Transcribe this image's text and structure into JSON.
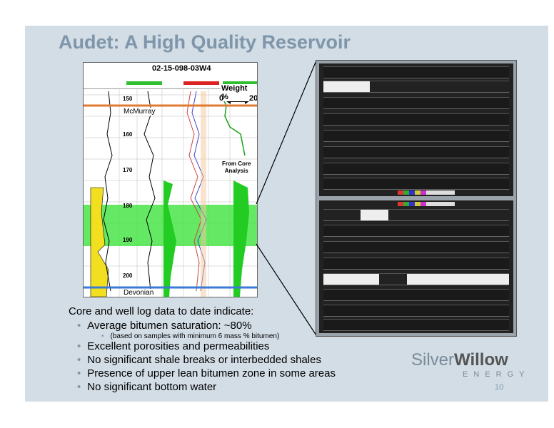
{
  "title": "Audet: A High Quality Reservoir",
  "well_log": {
    "well_id": "02-15-098-03W4",
    "weight_label": "Weight %",
    "scale_min": "0",
    "scale_max": "20",
    "depths": [
      "150",
      "160",
      "170",
      "180",
      "190",
      "200"
    ],
    "formation_top": "McMurray",
    "formation_bottom": "Devonian",
    "from_core_line1": "From Core",
    "from_core_line2": "Analysis"
  },
  "bullets": {
    "intro": "Core and well log data to date indicate:",
    "items": [
      "Average bitumen saturation:  ~80%",
      "(based on samples with minimum 6 mass % bitumen)",
      "Excellent porosities and permeabilities",
      "No significant shale breaks or interbedded shales",
      "Presence of upper lean bitumen zone in some areas",
      "No significant bottom water"
    ]
  },
  "logo": {
    "silver": "Silver",
    "willow": "Willow",
    "energy": "ENERGY"
  },
  "page_number": "10",
  "colors": {
    "title": "#7f96aa",
    "slide_bg": "#d2dde6",
    "bullet": "#7f96aa",
    "zone_green": "#3ee43e",
    "formation_line_orange": "#e07a30",
    "formation_line_blue": "#3a7bd5",
    "gamma_yellow": "#f2e020"
  }
}
